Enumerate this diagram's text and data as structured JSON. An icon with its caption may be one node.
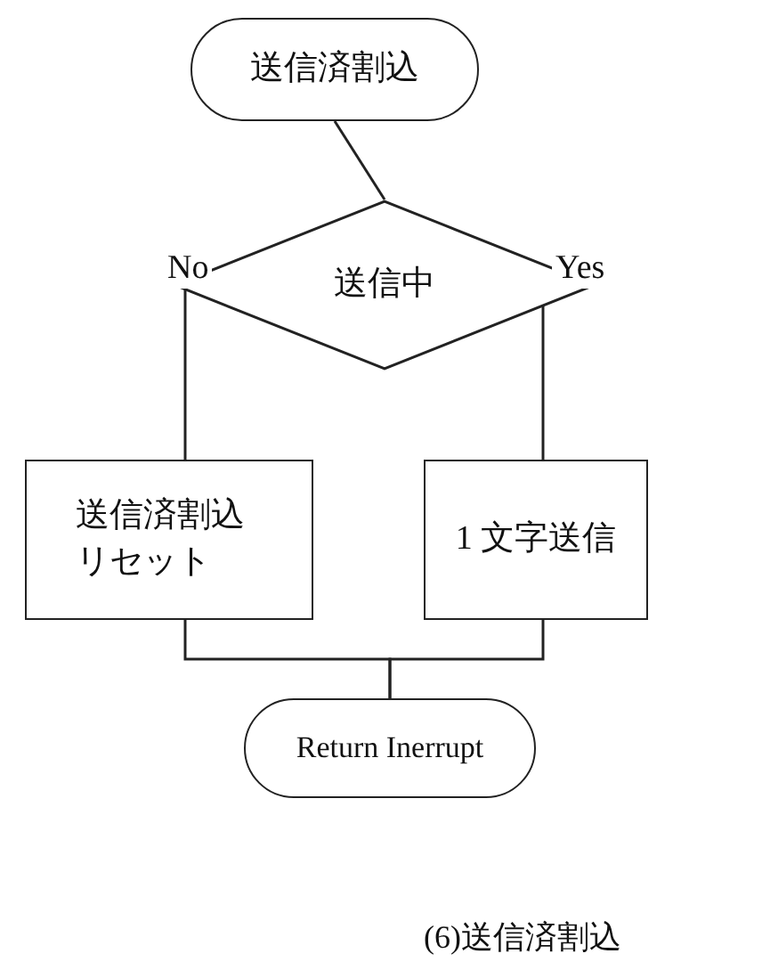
{
  "diagram": {
    "caption": "(6)送信済割込",
    "nodes": [
      {
        "text": [
          "送信済割込"
        ]
      },
      {
        "text": [
          "送信中"
        ]
      },
      {
        "text": [
          "送信済割込リセット"
        ]
      },
      {
        "text": [
          "1 文字送信"
        ]
      },
      {
        "text": [
          "Return Inerrupt"
        ]
      }
    ],
    "edges": [
      {
        "from": 0,
        "to": 1,
        "arrow": "none"
      },
      {
        "from": 1,
        "to": 2,
        "arrow": "none",
        "label": "No"
      },
      {
        "from": 1,
        "to": 3,
        "arrow": "none",
        "label": "Yes"
      },
      {
        "from": 2,
        "to": 4,
        "arrow": "none"
      },
      {
        "from": 3,
        "to": 4,
        "arrow": "none"
      }
    ]
  }
}
